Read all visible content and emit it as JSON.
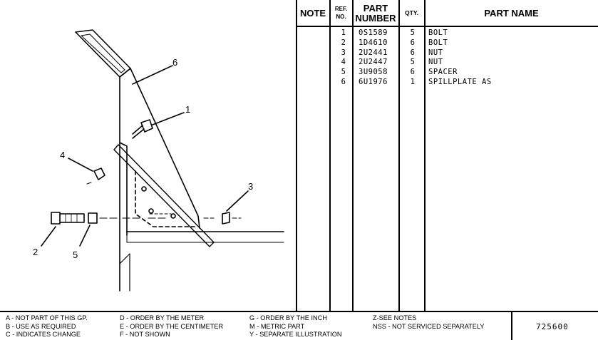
{
  "illustration": {
    "callouts": [
      "1",
      "2",
      "3",
      "4",
      "5",
      "6"
    ]
  },
  "table": {
    "headers": {
      "note": "NOTE",
      "ref_no_line1": "REF.",
      "ref_no_line2": "NO.",
      "part_number_line1": "PART",
      "part_number_line2": "NUMBER",
      "qty": "QTY.",
      "part_name": "PART NAME"
    },
    "rows": [
      {
        "ref": "1",
        "part": "0S1589",
        "qty": "5",
        "name": "BOLT"
      },
      {
        "ref": "2",
        "part": "1D4610",
        "qty": "6",
        "name": "BOLT"
      },
      {
        "ref": "3",
        "part": "2U2441",
        "qty": "6",
        "name": "NUT"
      },
      {
        "ref": "4",
        "part": "2U2447",
        "qty": "5",
        "name": "NUT"
      },
      {
        "ref": "5",
        "part": "3U9058",
        "qty": "6",
        "name": "SPACER"
      },
      {
        "ref": "6",
        "part": "6U1976",
        "qty": "1",
        "name": "SPILLPLATE AS"
      }
    ]
  },
  "legend": {
    "col1": [
      "A - NOT PART OF THIS GP.",
      "B - USE  AS REQUIRED",
      "C - INDICATES CHANGE"
    ],
    "col2": [
      "D - ORDER BY THE  METER",
      "E - ORDER BY THE CENTIMETER",
      "F - NOT SHOWN"
    ],
    "col3": [
      "G - ORDER BY THE INCH",
      "M - METRIC PART",
      "Y - SEPARATE ILLUSTRATION"
    ],
    "col4": [
      "Z-SEE NOTES",
      "NSS - NOT SERVICED SEPARATELY"
    ]
  },
  "catalog_number": "725600"
}
